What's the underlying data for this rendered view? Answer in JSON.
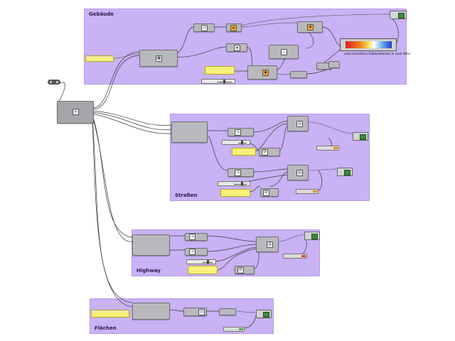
{
  "groups": {
    "gebaeude": {
      "title": "Gebäude"
    },
    "strassen": {
      "title": "Straßen"
    },
    "highway": {
      "title": "Highway"
    },
    "flaechen": {
      "title": "Flächen"
    }
  },
  "annotations": {
    "gradient_caption": "unterschiedliche Gebäudefarben je nach Höhe"
  },
  "colors": {
    "group_fill": "#c9b2f5",
    "panel_yellow": "#f7f07a",
    "swatch_orange": "#f08a1c",
    "swatch_red": "#e03a1a",
    "swatch_green": "#4caf50",
    "wire": "#3a3a3a"
  },
  "icons": [
    "toggle-icon",
    "preview-icon",
    "color-swatch-icon",
    "gradient-icon",
    "merge-icon",
    "extrude-icon"
  ]
}
